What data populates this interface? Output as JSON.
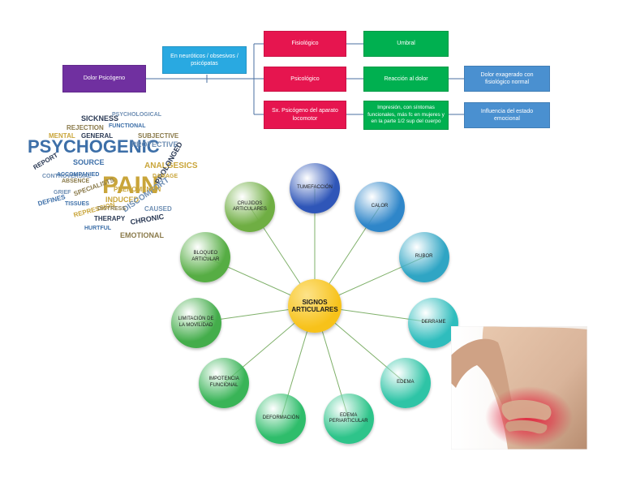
{
  "tree": {
    "root": "Dolor Psicógeno",
    "mid": "En neuróticos / obsesivos / psicópatas",
    "branches": [
      {
        "label": "Fisiológico",
        "child": "Umbral",
        "extra": ""
      },
      {
        "label": "Psicológico",
        "child": "Reacción al dolor",
        "extra": "Dolor exagerado con fisiológico normal"
      },
      {
        "label": "Sx. Psicógeno del aparato locomotor",
        "child": "Impresión, con síntomas funcionales, más fc en mujeres y en la parte 1/2 sup del cuerpo",
        "extra": "Influencia del estado emocional"
      }
    ],
    "colors": {
      "root": "#7030a0",
      "mid": "#29a9e1",
      "branch": "#e6154f",
      "child": "#00b050",
      "extra": "#4a90d0"
    }
  },
  "wordcloud": {
    "words": [
      "PSYCHOGENIC",
      "PAIN",
      "SICKNESS",
      "PSYCHOLOGICAL",
      "REJECTION",
      "FUNCTIONAL",
      "MENTAL",
      "GENERAL",
      "PROTECTIVE",
      "SUBJECTIVE",
      "SOURCE",
      "ANALGESICS",
      "REPORT",
      "CONTROVERSIAL",
      "ABSENCE",
      "ACCOMPANIED",
      "INDUCED",
      "PROLONGED",
      "DISCOMFORT",
      "SPECIALISTS",
      "DEFINES",
      "PHENOMENON",
      "THERAPY",
      "CAUSED",
      "EMOTIONAL",
      "HURTFUL",
      "REPRESSION",
      "CHRONIC",
      "GRIEF",
      "DISTRESS",
      "TISSUES",
      "DAMAGE"
    ],
    "colors": [
      "#3d6fa8",
      "#c9a53a",
      "#2b3a55",
      "#6f8fb4",
      "#8a7a4a"
    ]
  },
  "wheel": {
    "center": "SIGNOS ARTICULARES",
    "nodes": [
      {
        "label": "TUMEFACCIÓN",
        "color": "#2f56b8"
      },
      {
        "label": "CALOR",
        "color": "#2f86c9"
      },
      {
        "label": "RUBOR",
        "color": "#2fa5c4"
      },
      {
        "label": "DERRAME",
        "color": "#2fbdbd"
      },
      {
        "label": "EDEMA",
        "color": "#2ec4a6"
      },
      {
        "label": "EDEMA PERIARTICULAR",
        "color": "#2ec48a"
      },
      {
        "label": "DEFORMACIÓN",
        "color": "#2fbd6b"
      },
      {
        "label": "IMPOTENCIA FUNCIONAL",
        "color": "#39b457"
      },
      {
        "label": "LIMITACIÓN DE LA MOVILIDAD",
        "color": "#44ad4b"
      },
      {
        "label": "BLOQUEO ARTICULAR",
        "color": "#56ad44"
      },
      {
        "label": "CRUJIDOS ARTICULARES",
        "color": "#6fae43"
      }
    ],
    "hub_color": "#f7c21a",
    "line_color": "#7fb06a"
  },
  "photo": {
    "skin": "#d9b49a",
    "pain": "#e0203a"
  }
}
